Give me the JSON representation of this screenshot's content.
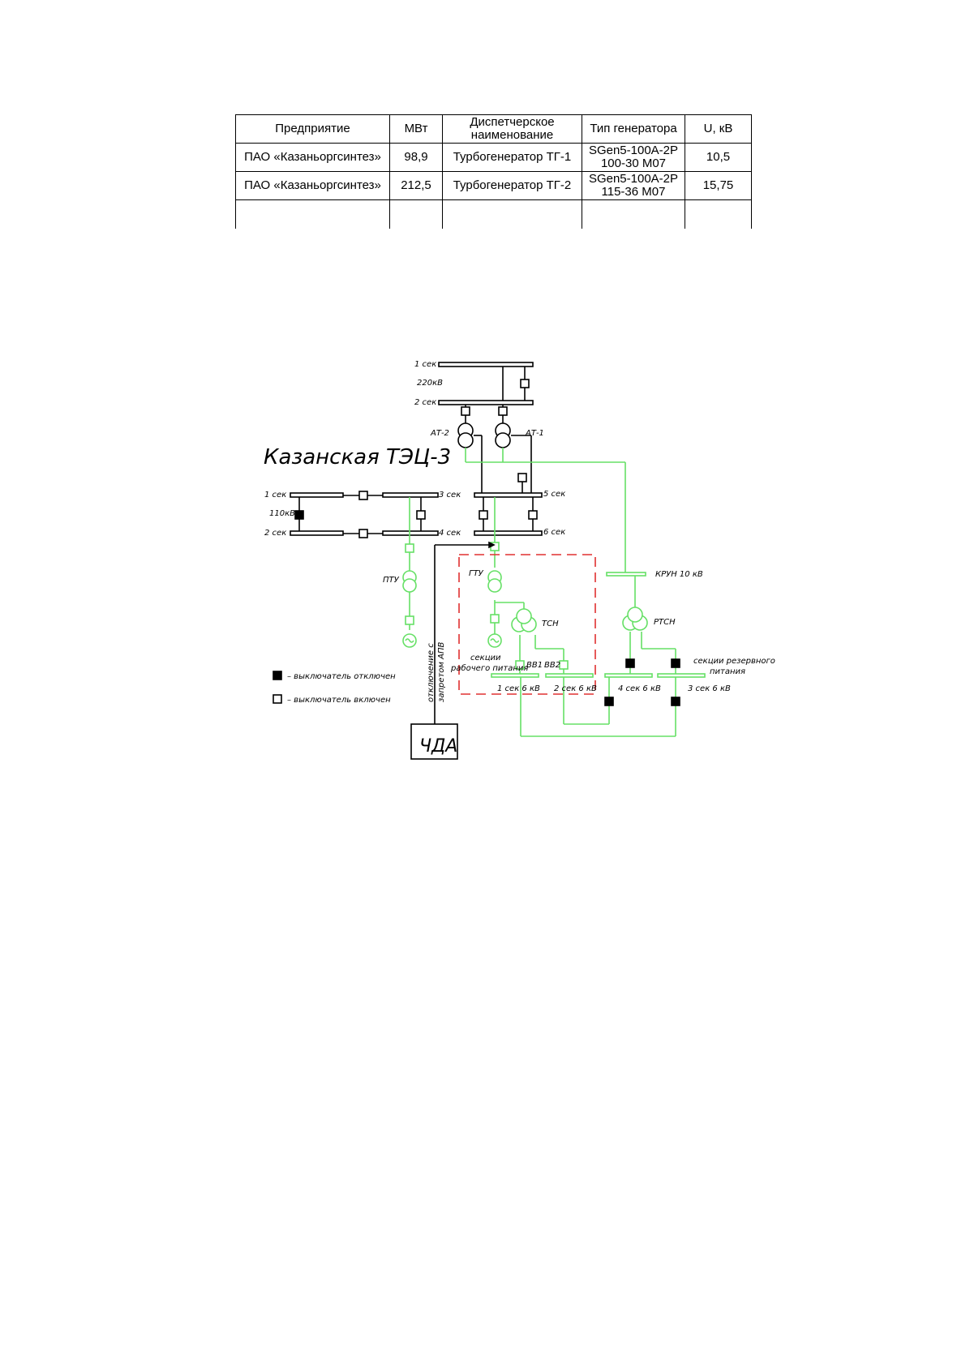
{
  "table": {
    "headers": [
      "Предприятие",
      "МВт",
      "Диспетчерское наименование",
      "Тип генератора",
      "U, кВ"
    ],
    "rows": [
      [
        "ПАО «Казаньоргсинтез»",
        "98,9",
        "Турбогенератор ТГ-1",
        "SGen5-100A-2P 100-30 M07",
        "10,5"
      ],
      [
        "ПАО «Казаньоргсинтез»",
        "212,5",
        "Турбогенератор ТГ-2",
        "SGen5-100A-2P 115-36 M07",
        "15,75"
      ]
    ]
  },
  "scheme": {
    "title": "Казанская ТЭЦ-3",
    "labels": {
      "kv220_sec1": "1 сек",
      "kv220": "220кВ",
      "kv220_sec2": "2 сек",
      "at2": "АТ-2",
      "at1": "АТ-1",
      "kv110_sec1": "1 сек",
      "kv110": "110кВ",
      "kv110_sec2": "2 сек",
      "sec3": "3 сек",
      "sec4": "4 сек",
      "sec5": "5 сек",
      "sec6": "6 сек",
      "ptu": "ПТУ",
      "gtu": "ГТУ",
      "krun": "КРУН 10 кВ",
      "tsn": "ТСН",
      "rtsn": "РТСН",
      "vv1": "ВВ1",
      "vv2": "ВВ2",
      "work_sections_1": "секции",
      "work_sections_2": "рабочего питания",
      "reserve_sections_1": "секции резервного",
      "reserve_sections_2": "питания",
      "bus_1_6kv": "1 сек 6 кВ",
      "bus_2_6kv": "2 сек 6 кВ",
      "bus_4_6kv": "4 сек 6 кВ",
      "bus_3_6kv": "3 сек 6 кВ",
      "cda_line_1": "отключение с",
      "cda_line_2": "запретом АПВ",
      "cda": "ЧДА"
    },
    "legend": {
      "off": "– выключатель отключен",
      "on": "– выключатель включен"
    },
    "colors": {
      "energized": "#66e066",
      "dead": "#000000",
      "zone": "#e03030"
    }
  }
}
